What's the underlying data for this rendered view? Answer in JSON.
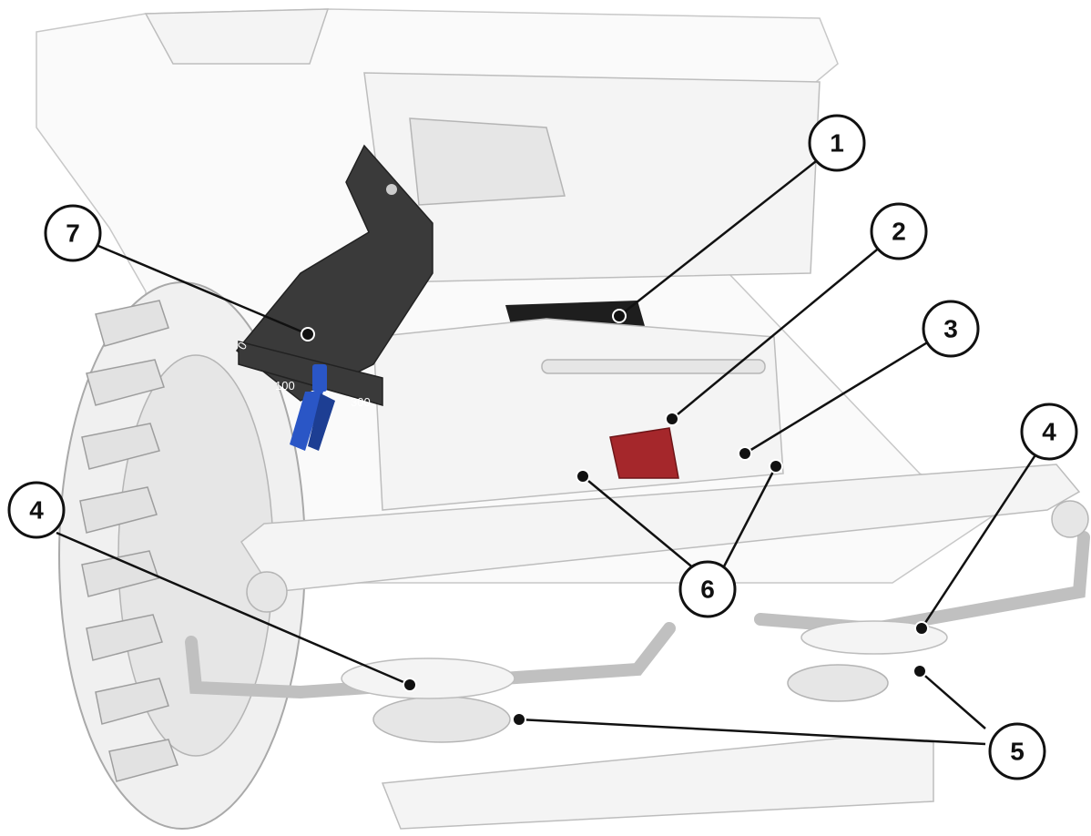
{
  "callouts": [
    {
      "label": "1"
    },
    {
      "label": "2"
    },
    {
      "label": "3"
    },
    {
      "label": "4"
    },
    {
      "label": "4"
    },
    {
      "label": "5"
    },
    {
      "label": "6"
    },
    {
      "label": "7"
    }
  ],
  "scale": {
    "marks": [
      "0",
      "100",
      "200",
      "300"
    ]
  },
  "colors": {
    "lever": "#3a3a3a",
    "handle": "#2a56c6",
    "flap": "#a5272b",
    "callout_stroke": "#111111"
  }
}
